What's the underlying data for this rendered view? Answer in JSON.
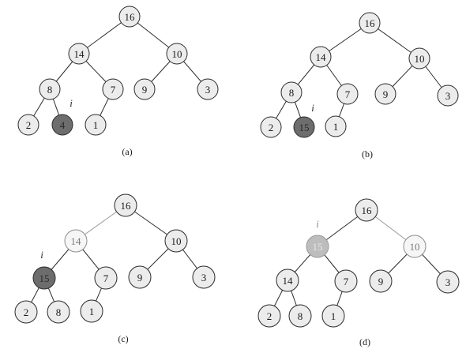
{
  "panels": [
    {
      "caption": "(a)",
      "marker": "i",
      "nodes": [
        {
          "id": "n1",
          "label": "16",
          "style": "normal"
        },
        {
          "id": "n2",
          "label": "14",
          "style": "normal"
        },
        {
          "id": "n3",
          "label": "10",
          "style": "normal"
        },
        {
          "id": "n4",
          "label": "8",
          "style": "normal"
        },
        {
          "id": "n5",
          "label": "7",
          "style": "normal"
        },
        {
          "id": "n6",
          "label": "9",
          "style": "normal"
        },
        {
          "id": "n7",
          "label": "3",
          "style": "normal"
        },
        {
          "id": "n8",
          "label": "2",
          "style": "normal"
        },
        {
          "id": "n9",
          "label": "4",
          "style": "dark"
        },
        {
          "id": "n10",
          "label": "1",
          "style": "normal"
        }
      ],
      "edges": [
        [
          "n1",
          "n2"
        ],
        [
          "n1",
          "n3"
        ],
        [
          "n2",
          "n4"
        ],
        [
          "n2",
          "n5"
        ],
        [
          "n3",
          "n6"
        ],
        [
          "n3",
          "n7"
        ],
        [
          "n4",
          "n8"
        ],
        [
          "n4",
          "n9"
        ],
        [
          "n5",
          "n10"
        ]
      ]
    },
    {
      "caption": "(b)",
      "marker": "i",
      "nodes": [
        {
          "id": "n1",
          "label": "16",
          "style": "normal"
        },
        {
          "id": "n2",
          "label": "14",
          "style": "normal"
        },
        {
          "id": "n3",
          "label": "10",
          "style": "normal"
        },
        {
          "id": "n4",
          "label": "8",
          "style": "normal"
        },
        {
          "id": "n5",
          "label": "7",
          "style": "normal"
        },
        {
          "id": "n6",
          "label": "9",
          "style": "normal"
        },
        {
          "id": "n7",
          "label": "3",
          "style": "normal"
        },
        {
          "id": "n8",
          "label": "2",
          "style": "normal"
        },
        {
          "id": "n9",
          "label": "15",
          "style": "dark"
        },
        {
          "id": "n10",
          "label": "1",
          "style": "normal"
        }
      ],
      "edges": [
        [
          "n1",
          "n2"
        ],
        [
          "n1",
          "n3"
        ],
        [
          "n2",
          "n4"
        ],
        [
          "n2",
          "n5"
        ],
        [
          "n3",
          "n6"
        ],
        [
          "n3",
          "n7"
        ],
        [
          "n4",
          "n8"
        ],
        [
          "n4",
          "n9"
        ],
        [
          "n5",
          "n10"
        ]
      ]
    },
    {
      "caption": "(c)",
      "marker": "i",
      "nodes": [
        {
          "id": "n1",
          "label": "16",
          "style": "normal"
        },
        {
          "id": "n2",
          "label": "14",
          "style": "light"
        },
        {
          "id": "n3",
          "label": "10",
          "style": "normal"
        },
        {
          "id": "n4",
          "label": "15",
          "style": "dark"
        },
        {
          "id": "n5",
          "label": "7",
          "style": "normal"
        },
        {
          "id": "n6",
          "label": "9",
          "style": "normal"
        },
        {
          "id": "n7",
          "label": "3",
          "style": "normal"
        },
        {
          "id": "n8",
          "label": "2",
          "style": "normal"
        },
        {
          "id": "n9",
          "label": "8",
          "style": "normal"
        },
        {
          "id": "n10",
          "label": "1",
          "style": "normal"
        }
      ],
      "edges": [
        [
          "n1",
          "n2"
        ],
        [
          "n1",
          "n3"
        ],
        [
          "n2",
          "n4"
        ],
        [
          "n2",
          "n5"
        ],
        [
          "n3",
          "n6"
        ],
        [
          "n3",
          "n7"
        ],
        [
          "n4",
          "n8"
        ],
        [
          "n4",
          "n9"
        ],
        [
          "n5",
          "n10"
        ]
      ]
    },
    {
      "caption": "(d)",
      "marker": "i",
      "nodes": [
        {
          "id": "n1",
          "label": "16",
          "style": "normal"
        },
        {
          "id": "n2",
          "label": "15",
          "style": "ghost"
        },
        {
          "id": "n3",
          "label": "10",
          "style": "light"
        },
        {
          "id": "n4",
          "label": "14",
          "style": "normal"
        },
        {
          "id": "n5",
          "label": "7",
          "style": "normal"
        },
        {
          "id": "n6",
          "label": "9",
          "style": "normal"
        },
        {
          "id": "n7",
          "label": "3",
          "style": "normal"
        },
        {
          "id": "n8",
          "label": "2",
          "style": "normal"
        },
        {
          "id": "n9",
          "label": "8",
          "style": "normal"
        },
        {
          "id": "n10",
          "label": "1",
          "style": "normal"
        }
      ],
      "edges": [
        [
          "n1",
          "n2"
        ],
        [
          "n1",
          "n3"
        ],
        [
          "n2",
          "n4"
        ],
        [
          "n2",
          "n5"
        ],
        [
          "n3",
          "n6"
        ],
        [
          "n3",
          "n7"
        ],
        [
          "n4",
          "n8"
        ],
        [
          "n4",
          "n9"
        ],
        [
          "n5",
          "n10"
        ]
      ]
    }
  ]
}
